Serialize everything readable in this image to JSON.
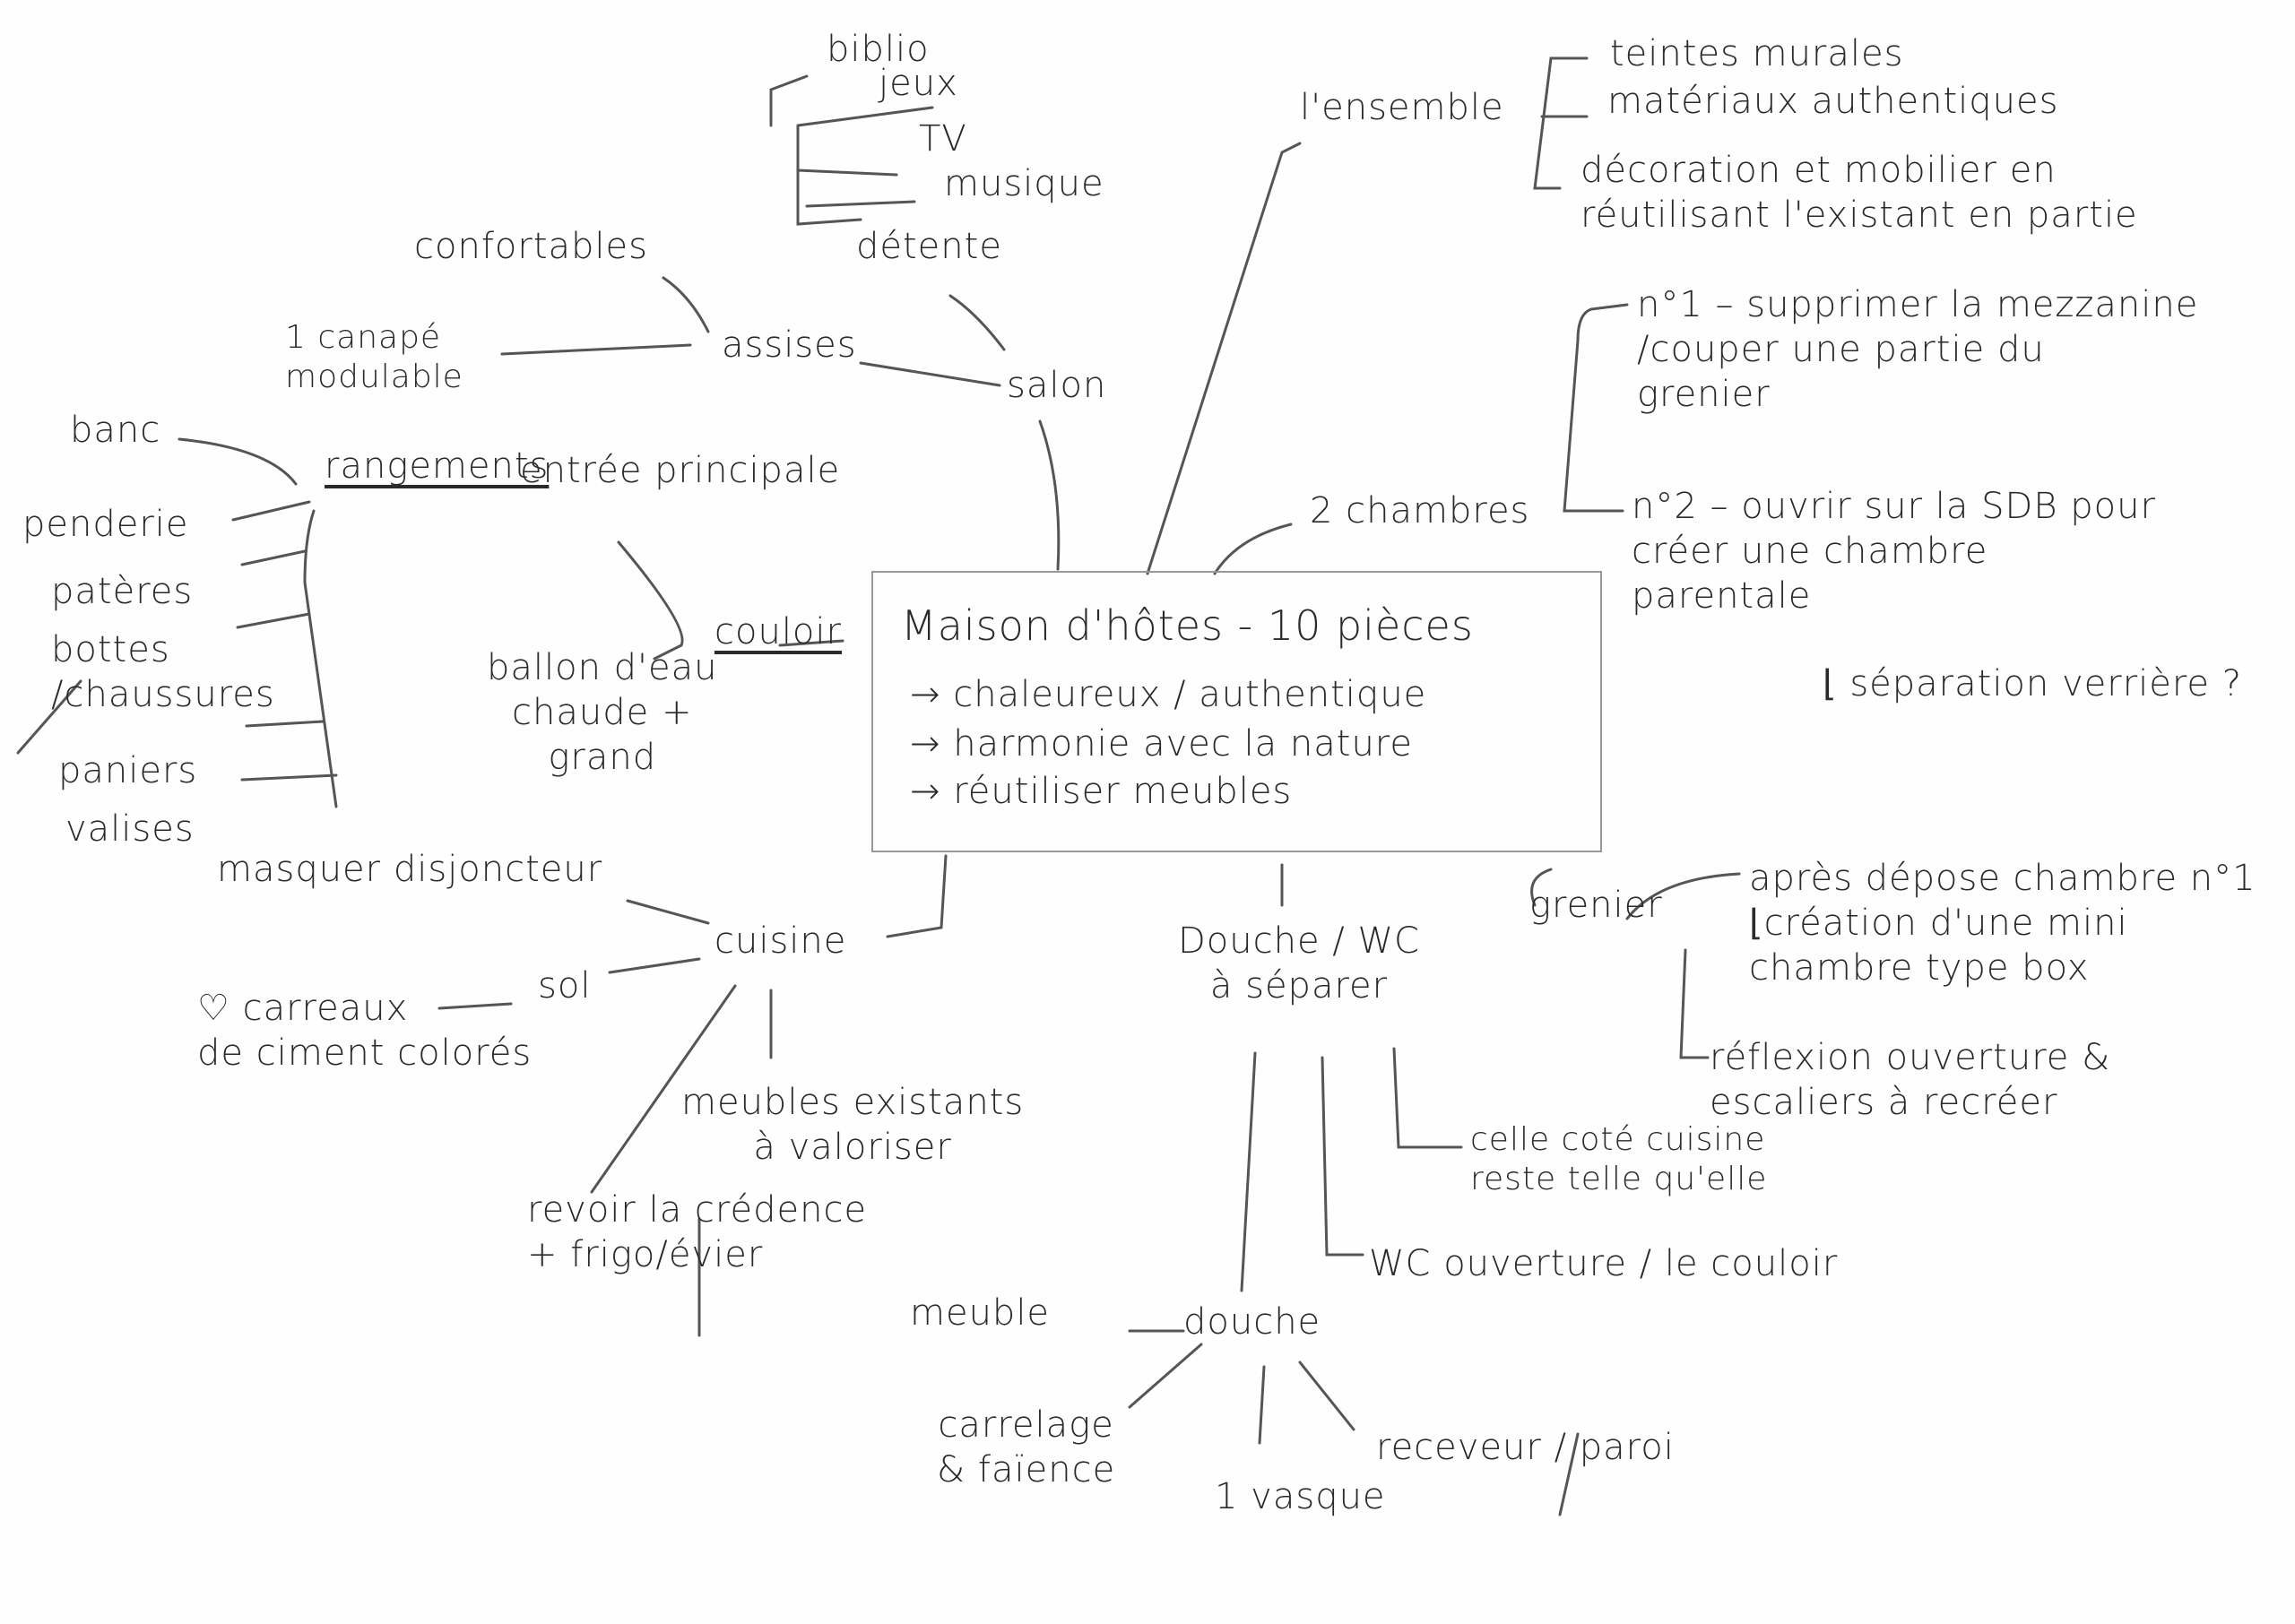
{
  "center": {
    "title": "Maison d'hôtes - 10 pièces",
    "goals": [
      "→ chaleureux / authentique",
      "→ harmonie avec la nature",
      "→ réutiliser meubles"
    ]
  },
  "salon": {
    "label": "salon",
    "detente": "détente",
    "detente_items": [
      "biblio",
      "jeux",
      "TV",
      "musique"
    ],
    "assises": "assises",
    "confortables": "confortables",
    "canape": "1 canapé\nmodulable"
  },
  "entree": {
    "label": "entrée principale",
    "rangements": "rangements",
    "rangement_items": [
      "banc",
      "penderie",
      "patères",
      "bottes\n/chaussures",
      "paniers",
      "valises"
    ],
    "couloir": "couloir",
    "ballon": "ballon d'eau\nchaude +\ngrand"
  },
  "cuisine": {
    "label": "cuisine",
    "disjoncteur": "masquer disjoncteur",
    "sol": "sol",
    "carreaux": "♡ carreaux\nde ciment colorés",
    "meubles": "meubles existants\nà valoriser",
    "credence": "revoir la crédence\n+ frigo/évier"
  },
  "douche_wc": {
    "label": "Douche / WC\nà séparer",
    "cote_cuisine": "celle coté cuisine\nreste telle qu'elle",
    "wc": "WC ouverture / le couloir",
    "douche": "douche",
    "meuble": "meuble",
    "carrelage": "carrelage\n& faïence",
    "vasque": "1 vasque",
    "receveur": "receveur / paroi"
  },
  "ensemble": {
    "label": "l'ensemble",
    "items": [
      "teintes murales",
      "matériaux authentiques",
      "décoration et mobilier en\nréutilisant l'existant en partie"
    ]
  },
  "chambres": {
    "label": "2 chambres",
    "n1": "n°1 – supprimer la mezzanine\n/couper une partie du\ngrenier",
    "n2": "n°2 – ouvrir sur la SDB pour\ncréer une chambre\nparentale",
    "verriere": "⌊ séparation verrière ?"
  },
  "grenier": {
    "label": "grenier",
    "apres": "après dépose chambre n°1\n⌊création d'une mini\nchambre type box",
    "reflexion": "réflexion ouverture &\nescaliers à recréer"
  }
}
